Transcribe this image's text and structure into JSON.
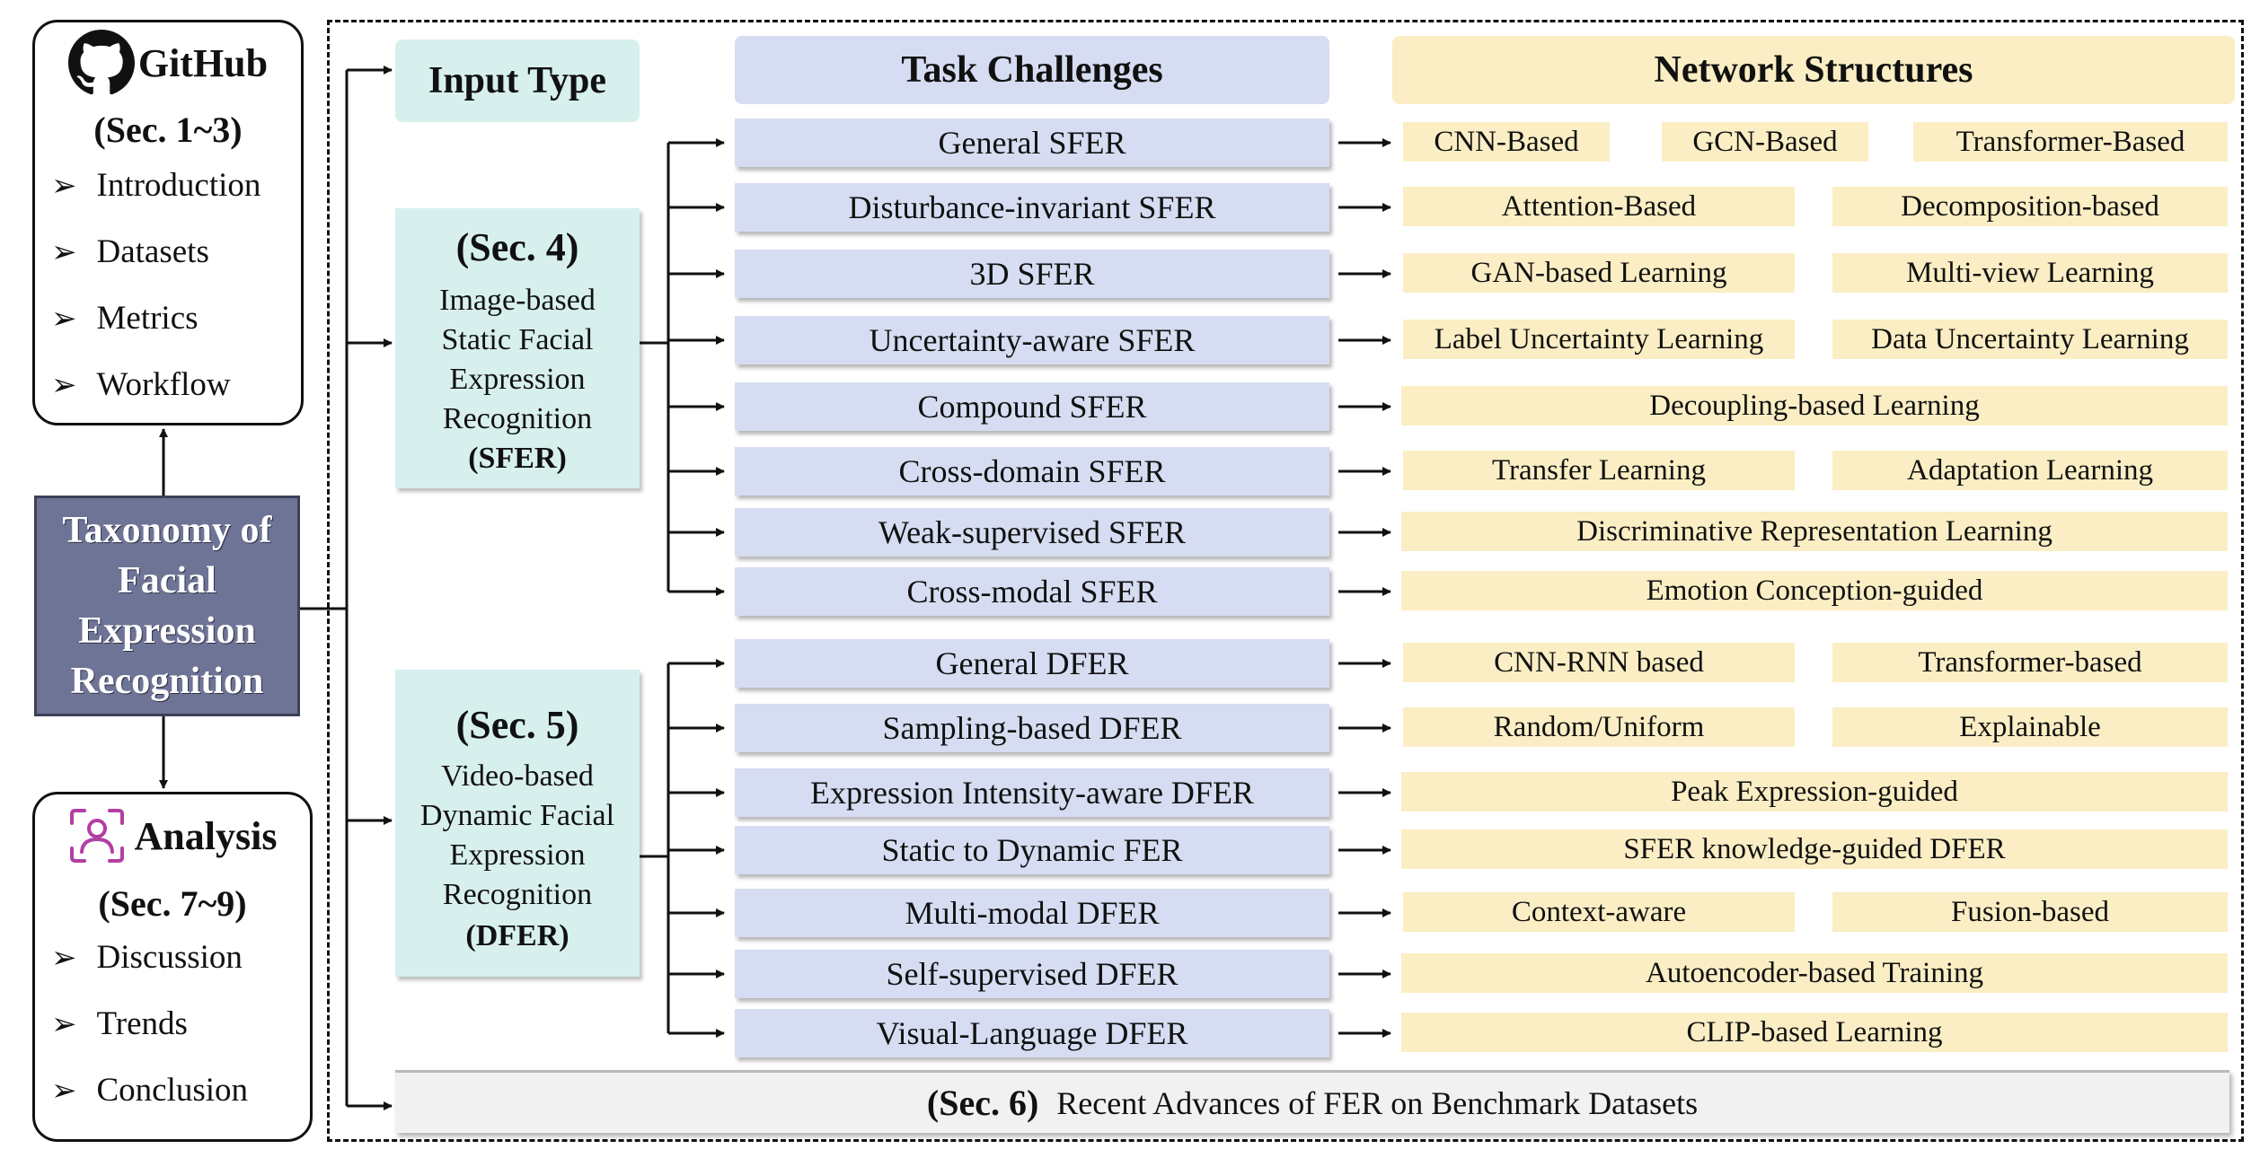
{
  "github": {
    "title": "GitHub",
    "sections": "(Sec. 1~3)",
    "items": [
      "Introduction",
      "Datasets",
      "Metrics",
      "Workflow"
    ]
  },
  "analysis": {
    "title": "Analysis",
    "sections": "(Sec. 7~9)",
    "items": [
      "Discussion",
      "Trends",
      "Conclusion"
    ]
  },
  "bullet": "➢",
  "taxonomy": "Taxonomy of Facial Expression Recognition",
  "headers": {
    "input": "Input Type",
    "task": "Task Challenges",
    "network": "Network Structures"
  },
  "sfer": {
    "section": "(Sec. 4)",
    "lines": [
      "Image-based",
      "Static Facial",
      "Expression",
      "Recognition"
    ],
    "abbr": "(SFER)"
  },
  "dfer": {
    "section": "(Sec. 5)",
    "lines": [
      "Video-based",
      "Dynamic Facial",
      "Expression",
      "Recognition"
    ],
    "abbr": "(DFER)"
  },
  "rows": [
    {
      "task": "General SFER",
      "nets": [
        "CNN-Based",
        "GCN-Based",
        "Transformer-Based"
      ]
    },
    {
      "task": "Disturbance-invariant SFER",
      "nets": [
        "Attention-Based",
        "Decomposition-based"
      ]
    },
    {
      "task": "3D SFER",
      "nets": [
        "GAN-based Learning",
        "Multi-view Learning"
      ]
    },
    {
      "task": "Uncertainty-aware SFER",
      "nets": [
        "Label Uncertainty Learning",
        "Data Uncertainty Learning"
      ]
    },
    {
      "task": "Compound SFER",
      "nets": [
        "Decoupling-based  Learning"
      ]
    },
    {
      "task": "Cross-domain SFER",
      "nets": [
        "Transfer Learning",
        "Adaptation Learning"
      ]
    },
    {
      "task": "Weak-supervised SFER",
      "nets": [
        "Discriminative Representation Learning"
      ]
    },
    {
      "task": "Cross-modal SFER",
      "nets": [
        "Emotion Conception-guided"
      ]
    },
    {
      "task": "General DFER",
      "nets": [
        "CNN-RNN based",
        "Transformer-based"
      ]
    },
    {
      "task": "Sampling-based DFER",
      "nets": [
        "Random/Uniform",
        "Explainable"
      ]
    },
    {
      "task": "Expression Intensity-aware DFER",
      "nets": [
        "Peak Expression-guided"
      ]
    },
    {
      "task": "Static to Dynamic FER",
      "nets": [
        "SFER knowledge-guided DFER"
      ]
    },
    {
      "task": "Multi-modal DFER",
      "nets": [
        "Context-aware",
        "Fusion-based"
      ]
    },
    {
      "task": "Self-supervised DFER",
      "nets": [
        "Autoencoder-based Training"
      ]
    },
    {
      "task": "Visual-Language DFER",
      "nets": [
        "CLIP-based Learning"
      ]
    }
  ],
  "benchmark": {
    "section": "(Sec. 6)",
    "text": "Recent Advances of FER on Benchmark Datasets"
  },
  "icons": {
    "github": "github-icon",
    "analysis": "analysis-icon"
  }
}
